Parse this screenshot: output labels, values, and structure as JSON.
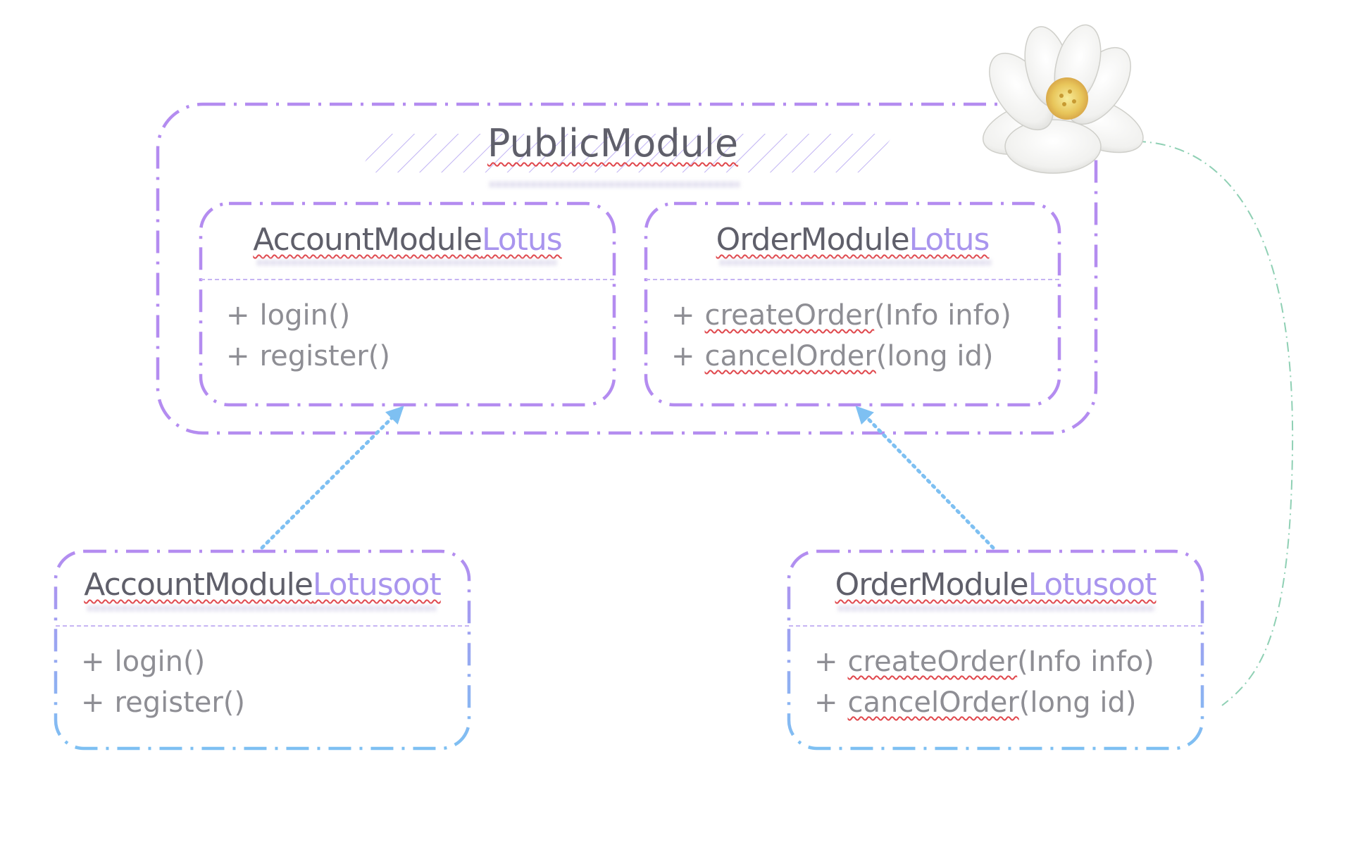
{
  "public_module": {
    "title": "PublicModule"
  },
  "classes": {
    "account_lotus": {
      "name": "AccountModule",
      "suffix": "Lotus",
      "methods": [
        {
          "prefix": "+",
          "name": "login()",
          "params": ""
        },
        {
          "prefix": "+",
          "name": "register()",
          "params": ""
        }
      ]
    },
    "order_lotus": {
      "name": "OrderModule",
      "suffix": "Lotus",
      "methods": [
        {
          "prefix": "+",
          "name": "createOrder",
          "params": "(Info info)"
        },
        {
          "prefix": "+",
          "name": "cancelOrder",
          "params": "(long id)"
        }
      ]
    },
    "account_lotusoot": {
      "name": "AccountModule",
      "suffix": "Lotusoot",
      "methods": [
        {
          "prefix": "+",
          "name": "login()",
          "params": ""
        },
        {
          "prefix": "+",
          "name": "register()",
          "params": ""
        }
      ]
    },
    "order_lotusoot": {
      "name": "OrderModule",
      "suffix": "Lotusoot",
      "methods": [
        {
          "prefix": "+",
          "name": "createOrder",
          "params": "(Info info)"
        },
        {
          "prefix": "+",
          "name": "cancelOrder",
          "params": "(long id)"
        }
      ]
    }
  },
  "colors": {
    "module_border": "#b48cf0",
    "lotus_border": "#b48cf0",
    "lotusoot_border_bottom": "#7ec0f2",
    "arrow": "#7ec0f2",
    "connector": "#8fd0b4",
    "suffix_text": "#a995ee",
    "title_text": "#5f5f6a",
    "method_text": "#8e8e94"
  },
  "icons": {
    "decoration": "lotus-flower-icon"
  }
}
